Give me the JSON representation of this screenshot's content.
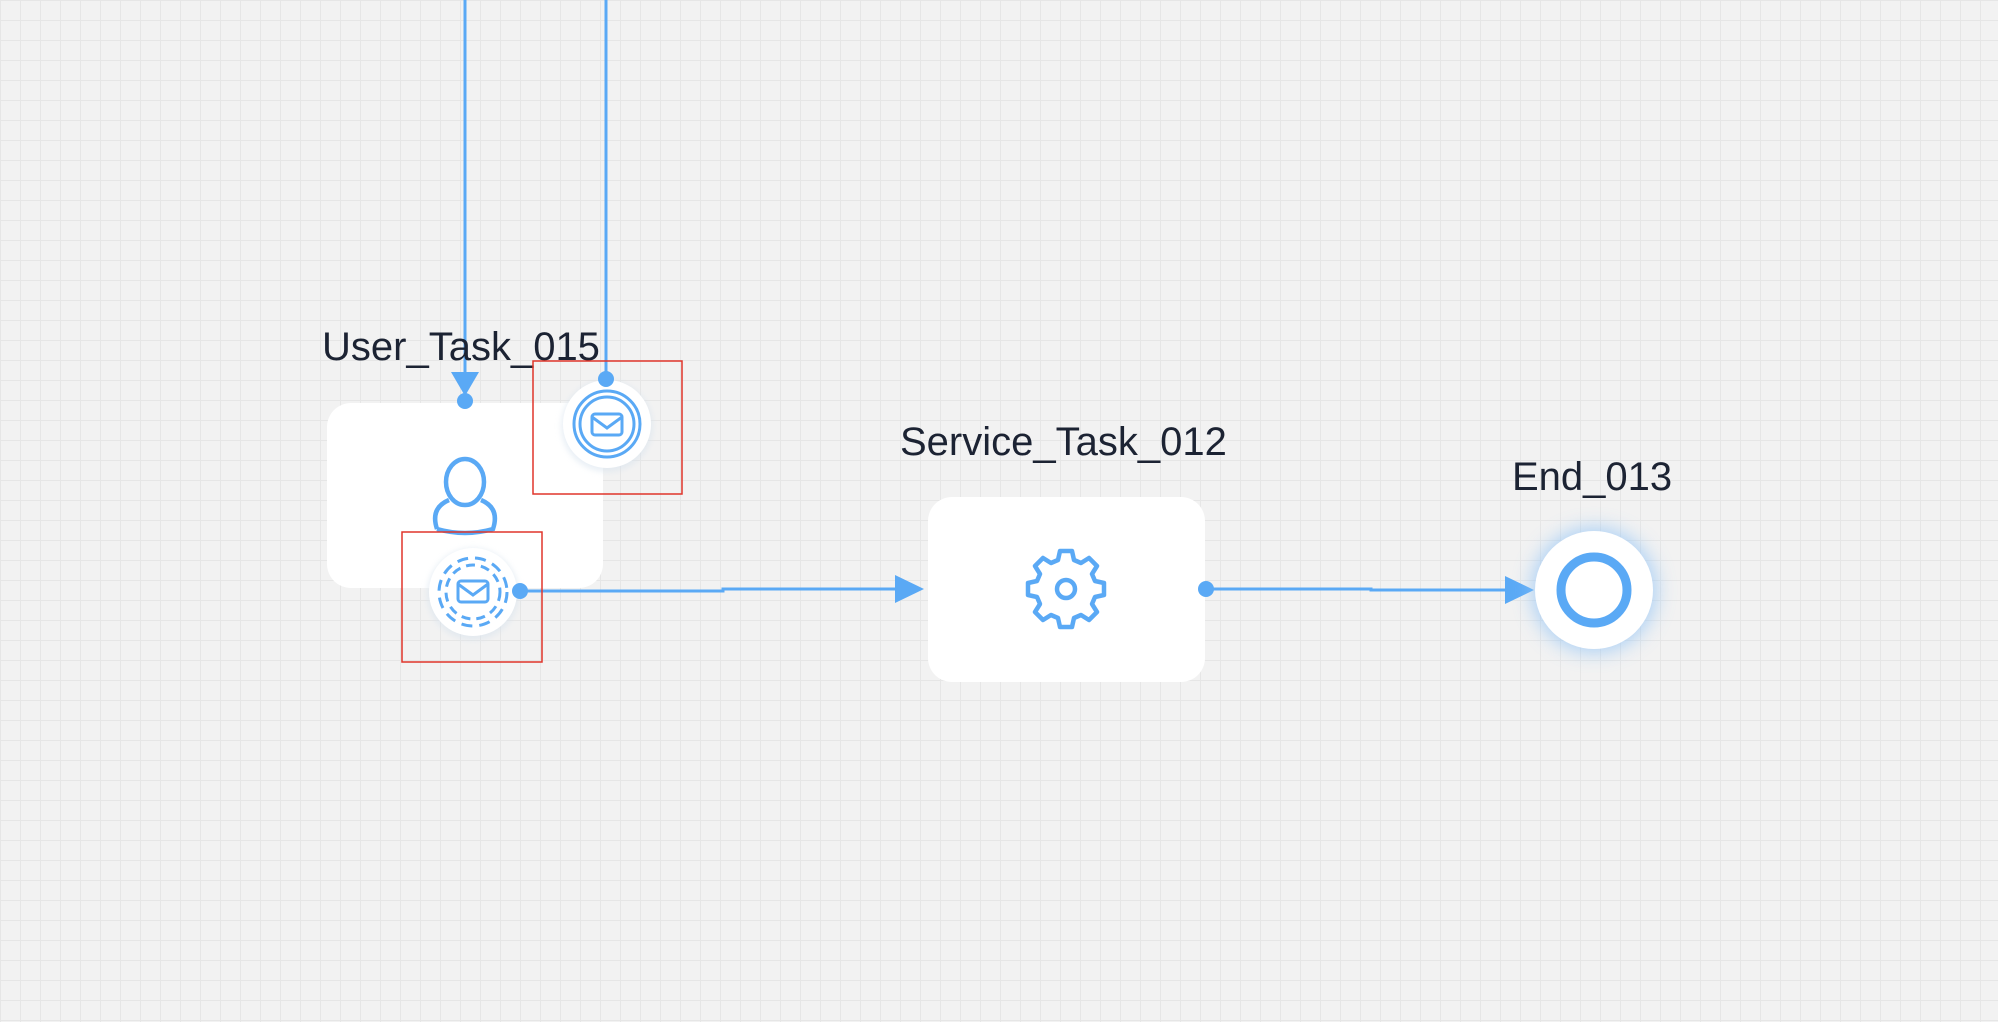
{
  "diagram": {
    "colors": {
      "background": "#f2f2f2",
      "grid": "#e6e6e6",
      "accent": "#5aa9f5",
      "node_fill": "#ffffff",
      "label_text": "#1c2333",
      "selection": "#e0352b"
    },
    "nodes": {
      "user_task": {
        "label": "User_Task_015",
        "icon": "user-icon"
      },
      "service_task": {
        "label": "Service_Task_012",
        "icon": "gear-icon"
      },
      "end_event": {
        "label": "End_013",
        "icon": "end-event-circle"
      },
      "boundary_message": {
        "icon": "message-envelope-icon",
        "selected": true
      },
      "boundary_message_noninterrupting": {
        "icon": "message-envelope-icon",
        "style": "dashed",
        "selected": true
      }
    },
    "edges": [
      {
        "from": "off-canvas-top",
        "to": "User_Task_015"
      },
      {
        "from": "off-canvas-top",
        "to": "boundary_message"
      },
      {
        "from": "boundary_message_noninterrupting",
        "to": "Service_Task_012"
      },
      {
        "from": "Service_Task_012",
        "to": "End_013"
      }
    ]
  }
}
